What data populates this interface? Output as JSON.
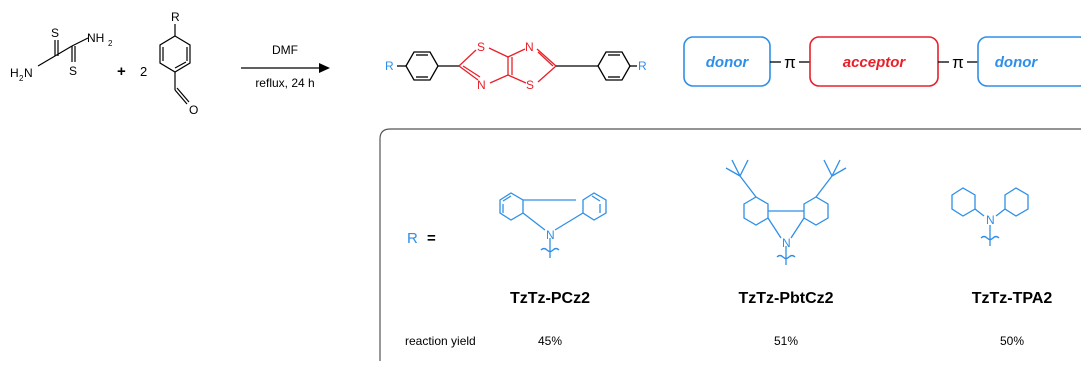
{
  "reaction": {
    "reagent_s1": "S",
    "reagent_s2": "S",
    "reagent_nh2_top": "NH",
    "reagent_nh2_top_sub": "2",
    "reagent_nh2_bottom": "H",
    "reagent_nh2_bottom_sub": "2",
    "reagent_nh2_bottom_n": "N",
    "plus": "+",
    "coefficient": "2",
    "aldehyde_r": "R",
    "aldehyde_o": "O",
    "solvent": "DMF",
    "conditions": "reflux, 24 h"
  },
  "product": {
    "r_left": "R",
    "r_right": "R",
    "s_top": "S",
    "s_bottom": "S",
    "n_top": "N",
    "n_bottom": "N"
  },
  "scheme": {
    "donor_left": "donor",
    "acceptor": "acceptor",
    "donor_right": "donor",
    "pi_left": "π",
    "pi_right": "π"
  },
  "table": {
    "r_label": "R",
    "equals": "=",
    "yield_label": "reaction yield",
    "compounds": [
      {
        "name": "TzTz-PCz2",
        "n_label": "N",
        "yield": "45%"
      },
      {
        "name": "TzTz-PbtCz2",
        "n_label": "N",
        "yield": "51%"
      },
      {
        "name": "TzTz-TPA2",
        "n_label": "N",
        "yield": "50%"
      }
    ]
  },
  "colors": {
    "donor_blue": "#2f8fe8",
    "acceptor_red": "#e8202a",
    "black": "#000000",
    "frame": "#555555"
  }
}
